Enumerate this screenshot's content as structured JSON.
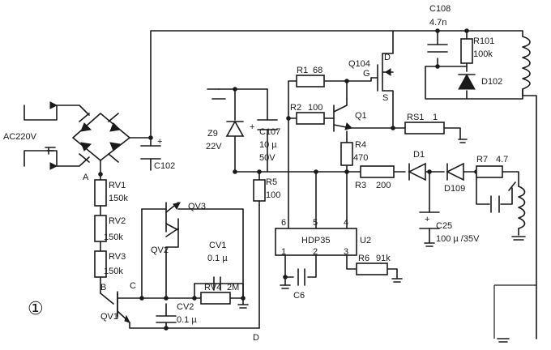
{
  "labels": {
    "c108": "C108",
    "c108_val": "4.7n",
    "r101": "R101",
    "r101_val": "100k",
    "q104": "Q104",
    "d": "D",
    "g": "G",
    "s": "S",
    "d102": "D102",
    "r1": "R1",
    "r1_val": "68",
    "r2": "R2",
    "r2_val": "100",
    "q1": "Q1",
    "rs1": "RS1",
    "rs1_val": "1",
    "z9": "Z9",
    "z9_val": "22V",
    "c107": "C107",
    "c107_val": "10 µ",
    "c107_v": "50V",
    "r4": "R4",
    "r4_val": "470",
    "d1": "D1",
    "r7": "R7",
    "r7_val": "4.7",
    "ac": "AC220V",
    "c102": "C102",
    "node_a": "A",
    "rv1": "RV1",
    "rv1_val": "150k",
    "rv2": "RV2",
    "rv2_val": "150k",
    "rv3": "RV3",
    "rv3_val": "150k",
    "qv3": "QV3",
    "qv2": "QV2",
    "r5": "R5",
    "r5_val": "100",
    "r3": "R3",
    "r3_val": "200",
    "d109": "D109",
    "c25": "C25",
    "c25_val": "100 µ /35V",
    "pin6": "6",
    "pin5": "5",
    "pin4": "4",
    "pin1": "1",
    "pin2": "2",
    "pin3": "3",
    "ic": "HDP35",
    "u2": "U2",
    "cv1": "CV1",
    "cv1_val": "0.1 µ",
    "rv4": "RV4",
    "rv4_val": "2M",
    "r6": "R6",
    "r6_val": "91k",
    "c6": "C6",
    "node_b": "B",
    "node_c": "C",
    "qv1": "QV1",
    "cv2": "CV2",
    "cv2_val": "0.1 µ",
    "node_d": "D",
    "fig": "①"
  }
}
